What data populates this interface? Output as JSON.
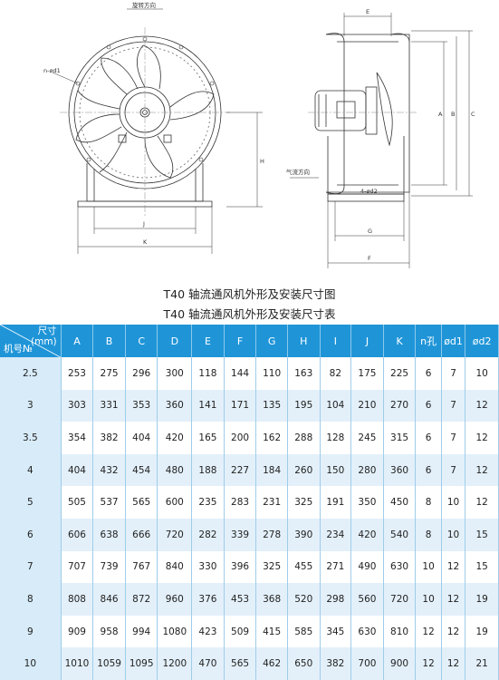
{
  "drawing": {
    "front_labels": {
      "rotation": "旋转方向",
      "n_d1": "n-ød1",
      "H": "H",
      "J": "J",
      "K": "K"
    },
    "side_labels": {
      "E": "E",
      "A": "A",
      "B": "B",
      "C": "C",
      "airflow": "气流方向",
      "four_d2": "4-ød2",
      "G": "G",
      "F": "F"
    }
  },
  "captions": {
    "figure": "T40 轴流通风机外形及安装尺寸图",
    "table": "T40 轴流通风机外形及安装尺寸表"
  },
  "table": {
    "corner_top": "尺寸",
    "corner_unit": "(mm)",
    "corner_bottom": "机号№",
    "columns": [
      "A",
      "B",
      "C",
      "D",
      "E",
      "F",
      "G",
      "H",
      "I",
      "J",
      "K",
      "n孔",
      "ød1",
      "ød2"
    ],
    "rows": [
      [
        "2.5",
        "253",
        "275",
        "296",
        "300",
        "118",
        "144",
        "110",
        "163",
        "82",
        "175",
        "225",
        "6",
        "7",
        "10"
      ],
      [
        "3",
        "303",
        "331",
        "353",
        "360",
        "141",
        "171",
        "135",
        "195",
        "104",
        "210",
        "270",
        "6",
        "7",
        "12"
      ],
      [
        "3.5",
        "354",
        "382",
        "404",
        "420",
        "165",
        "200",
        "162",
        "288",
        "128",
        "245",
        "315",
        "6",
        "7",
        "12"
      ],
      [
        "4",
        "404",
        "432",
        "454",
        "480",
        "188",
        "227",
        "184",
        "260",
        "150",
        "280",
        "360",
        "6",
        "7",
        "12"
      ],
      [
        "5",
        "505",
        "537",
        "565",
        "600",
        "235",
        "283",
        "231",
        "325",
        "191",
        "350",
        "450",
        "8",
        "10",
        "12"
      ],
      [
        "6",
        "606",
        "638",
        "666",
        "720",
        "282",
        "339",
        "278",
        "390",
        "234",
        "420",
        "540",
        "8",
        "10",
        "15"
      ],
      [
        "7",
        "707",
        "739",
        "767",
        "840",
        "330",
        "396",
        "325",
        "455",
        "271",
        "490",
        "630",
        "10",
        "12",
        "15"
      ],
      [
        "8",
        "808",
        "846",
        "872",
        "960",
        "376",
        "453",
        "368",
        "520",
        "298",
        "560",
        "720",
        "10",
        "12",
        "19"
      ],
      [
        "9",
        "909",
        "958",
        "994",
        "1080",
        "423",
        "509",
        "415",
        "585",
        "345",
        "630",
        "810",
        "12",
        "12",
        "19"
      ],
      [
        "10",
        "1010",
        "1059",
        "1095",
        "1200",
        "470",
        "565",
        "462",
        "650",
        "382",
        "700",
        "900",
        "12",
        "12",
        "21"
      ]
    ]
  }
}
